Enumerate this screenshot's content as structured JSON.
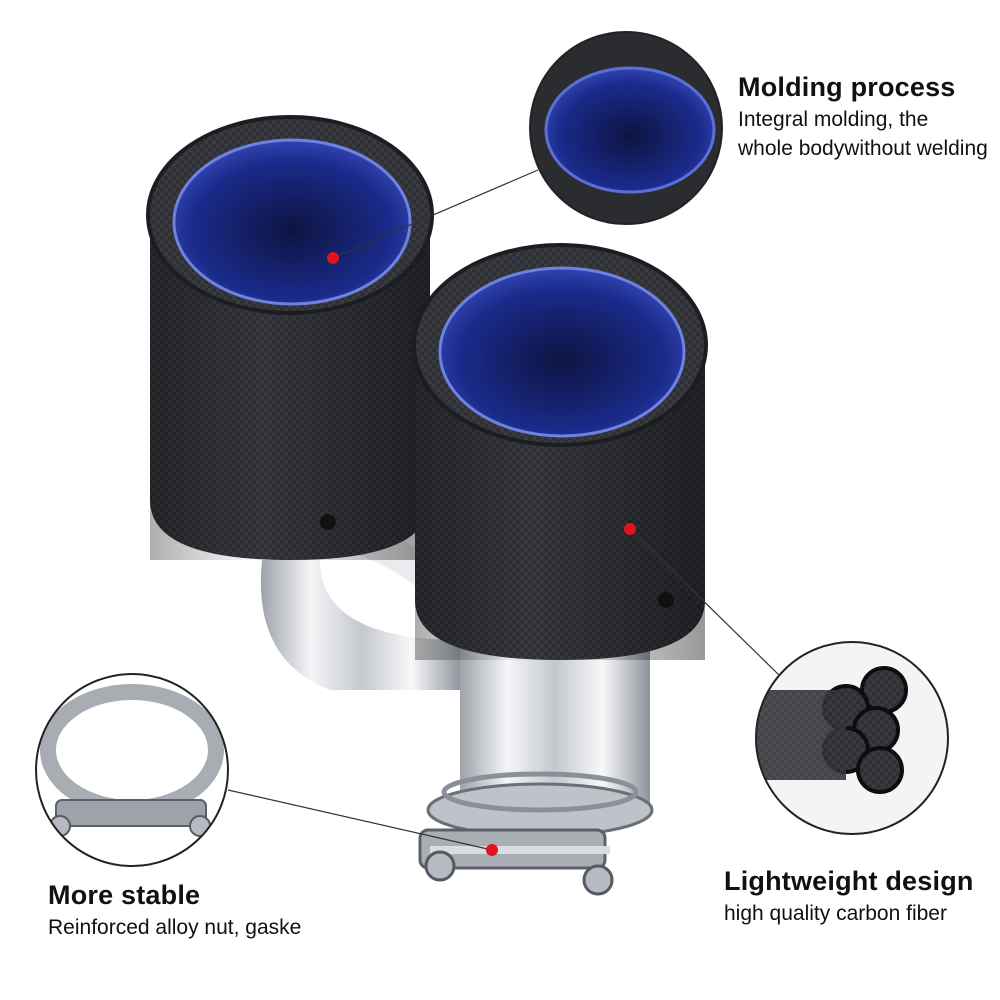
{
  "callouts": {
    "molding": {
      "title": "Molding process",
      "body": "Integral molding, the whole  bodywithout welding"
    },
    "stable": {
      "title": "More stable",
      "body": "Reinforced alloy nut, gaske"
    },
    "lightweight": {
      "title": "Lightweight design",
      "body": "high quality carbon fiber"
    }
  },
  "colors": {
    "background": "#ffffff",
    "carbon_fiber": "#2b2d31",
    "inner_blue": "#1b2b8f",
    "chrome": "#d7dadf",
    "marker_red": "#e0141e",
    "leader_line": "#333333"
  }
}
